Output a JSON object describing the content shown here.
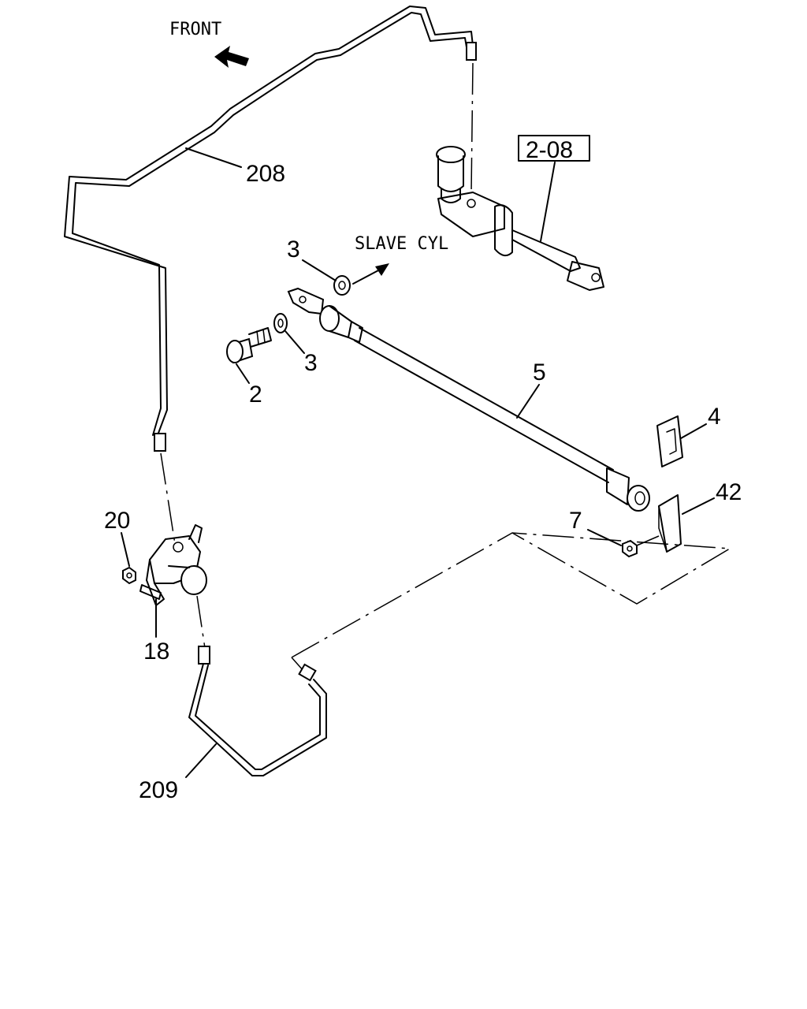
{
  "diagram": {
    "text_front": "FRONT",
    "text_slave_cyl": "SLAVE CYL",
    "ref_box": "2-08",
    "callouts": {
      "c208": "208",
      "c3a": "3",
      "c3b": "3",
      "c2": "2",
      "c5": "5",
      "c4": "4",
      "c42": "42",
      "c7": "7",
      "c20": "20",
      "c18": "18",
      "c209": "209"
    }
  }
}
